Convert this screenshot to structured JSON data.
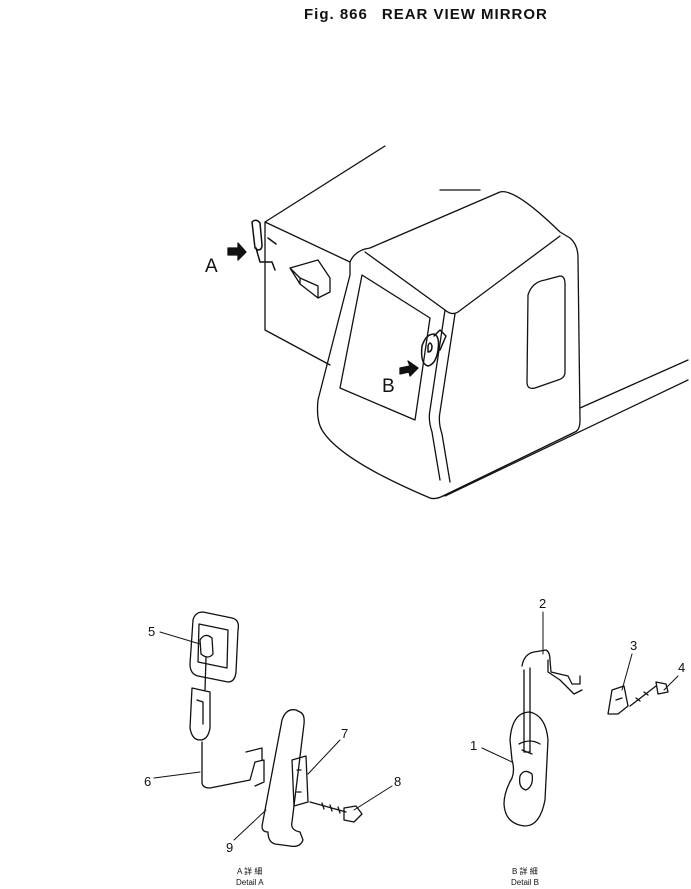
{
  "figure": {
    "number": "Fig. 866",
    "title": "REAR VIEW MIRROR"
  },
  "callouts": {
    "a": "A",
    "b": "B"
  },
  "parts": [
    "1",
    "2",
    "3",
    "4",
    "5",
    "6",
    "7",
    "8",
    "9"
  ],
  "details": {
    "a": {
      "jp": "A 詳 細",
      "en": "Detail A"
    },
    "b": {
      "jp": "B 詳 細",
      "en": "Detail B"
    }
  }
}
